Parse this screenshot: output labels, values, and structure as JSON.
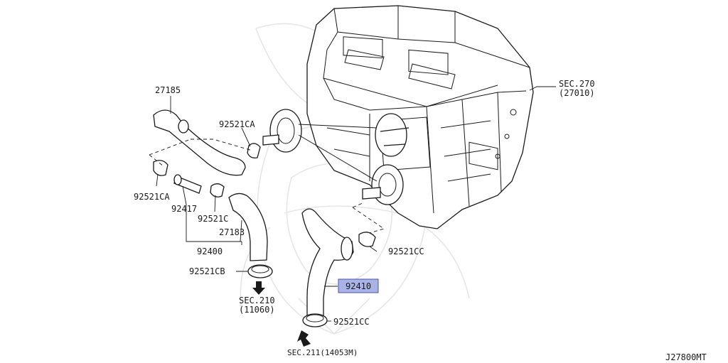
{
  "labels": {
    "p27185": "27185",
    "p92521CA_top": "92521CA",
    "p92521CA_left": "92521CA",
    "p92417": "92417",
    "p92521C": "92521C",
    "p27183": "27183",
    "p92400": "92400",
    "p92521CB": "92521CB",
    "sec210": "SEC.210",
    "sec210_sub": "(11060)",
    "p92410": "92410",
    "p92521CC_mid": "92521CC",
    "p92521CC_bot": "92521CC",
    "sec211": "SEC.211(14053M)",
    "sec270": "SEC.270",
    "sec270_sub": "(27010)",
    "diagram_code": "J27800MT"
  },
  "colors": {
    "line": "#1a1a1a",
    "highlight_fill": "#aab3e6",
    "highlight_border": "#4a55a8",
    "watermark": "#e6e6e6"
  },
  "highlighted_part": "92410"
}
